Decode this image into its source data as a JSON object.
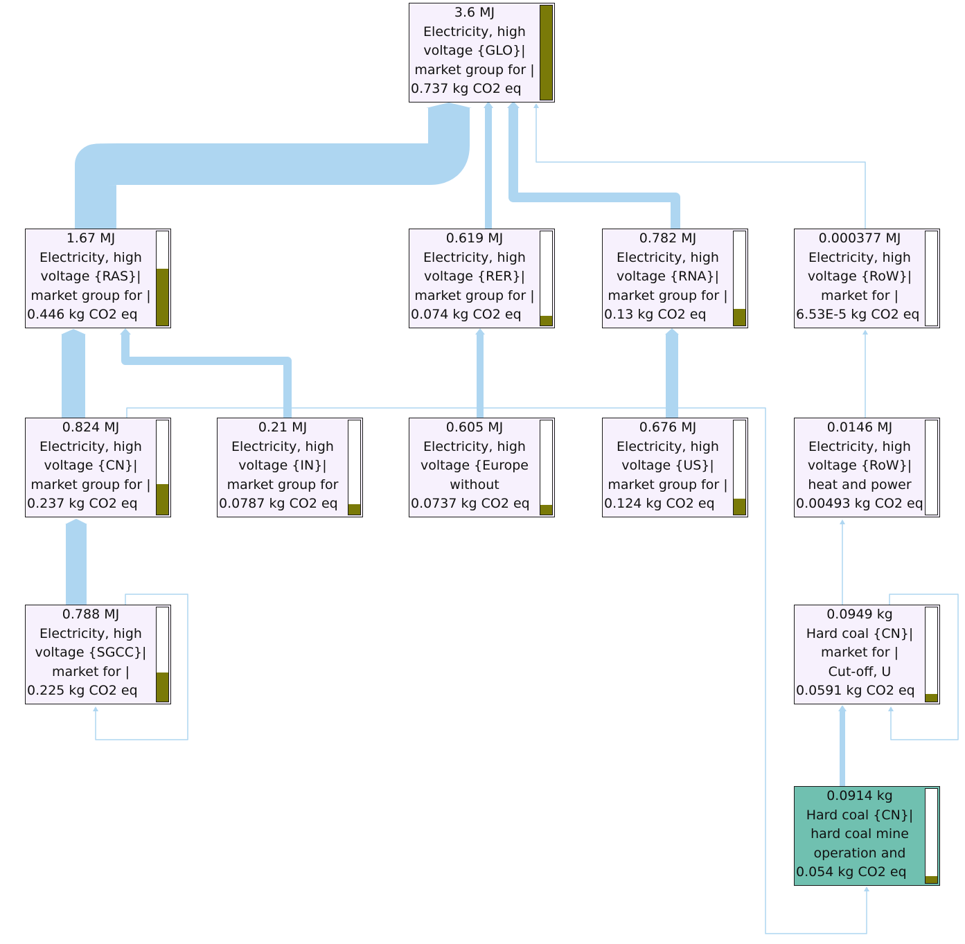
{
  "colors": {
    "link": "#aed6f1",
    "node_bg": "#f7f1fd",
    "highlight_bg": "#70c0b0",
    "bar_fill": "#7a7a08"
  },
  "nodes": {
    "glo": {
      "amount": "3.6 MJ",
      "lines": [
        "Electricity, high",
        "voltage {GLO}|",
        "market group for |"
      ],
      "impact": "0.737 kg CO2 eq",
      "bar_level": 1.0
    },
    "ras": {
      "amount": "1.67 MJ",
      "lines": [
        "Electricity, high",
        "voltage {RAS}|",
        "market group for |"
      ],
      "impact": "0.446 kg CO2 eq",
      "bar_level": 0.6
    },
    "rer": {
      "amount": "0.619 MJ",
      "lines": [
        "Electricity, high",
        "voltage {RER}|",
        "market group for |"
      ],
      "impact": "0.074 kg CO2 eq",
      "bar_level": 0.1
    },
    "rna": {
      "amount": "0.782 MJ",
      "lines": [
        "Electricity, high",
        "voltage {RNA}|",
        "market group for |"
      ],
      "impact": "0.13 kg CO2 eq",
      "bar_level": 0.18
    },
    "row1": {
      "amount": "0.000377 MJ",
      "lines": [
        "Electricity, high",
        "voltage {RoW}|",
        "market for |"
      ],
      "impact": "6.53E-5 kg CO2 eq",
      "bar_level": 0.0
    },
    "cn": {
      "amount": "0.824 MJ",
      "lines": [
        "Electricity, high",
        "voltage {CN}|",
        "market group for |"
      ],
      "impact": "0.237 kg CO2 eq",
      "bar_level": 0.32
    },
    "in": {
      "amount": "0.21 MJ",
      "lines": [
        "Electricity, high",
        "voltage {IN}|",
        "market group for"
      ],
      "impact": "0.0787 kg CO2 eq",
      "bar_level": 0.11
    },
    "europe": {
      "amount": "0.605 MJ",
      "lines": [
        "Electricity, high",
        "voltage {Europe",
        "without"
      ],
      "impact": "0.0737 kg CO2 eq",
      "bar_level": 0.1
    },
    "us": {
      "amount": "0.676 MJ",
      "lines": [
        "Electricity, high",
        "voltage {US}|",
        "market group for |"
      ],
      "impact": "0.124 kg CO2 eq",
      "bar_level": 0.17
    },
    "row2": {
      "amount": "0.0146 MJ",
      "lines": [
        "Electricity, high",
        "voltage {RoW}|",
        "heat and power"
      ],
      "impact": "0.00493 kg CO2 eq",
      "bar_level": 0.0
    },
    "sgcc": {
      "amount": "0.788 MJ",
      "lines": [
        "Electricity, high",
        "voltage {SGCC}|",
        "market for |"
      ],
      "impact": "0.225 kg CO2 eq",
      "bar_level": 0.31
    },
    "coal_mkt": {
      "amount": "0.0949 kg",
      "lines": [
        "Hard coal {CN}|",
        "market for |",
        "Cut-off, U"
      ],
      "impact": "0.0591 kg CO2 eq",
      "bar_level": 0.08
    },
    "coal_mine": {
      "amount": "0.0914 kg",
      "lines": [
        "Hard coal {CN}|",
        "hard coal mine",
        "operation and"
      ],
      "impact": "0.054 kg CO2 eq",
      "bar_level": 0.07
    }
  }
}
